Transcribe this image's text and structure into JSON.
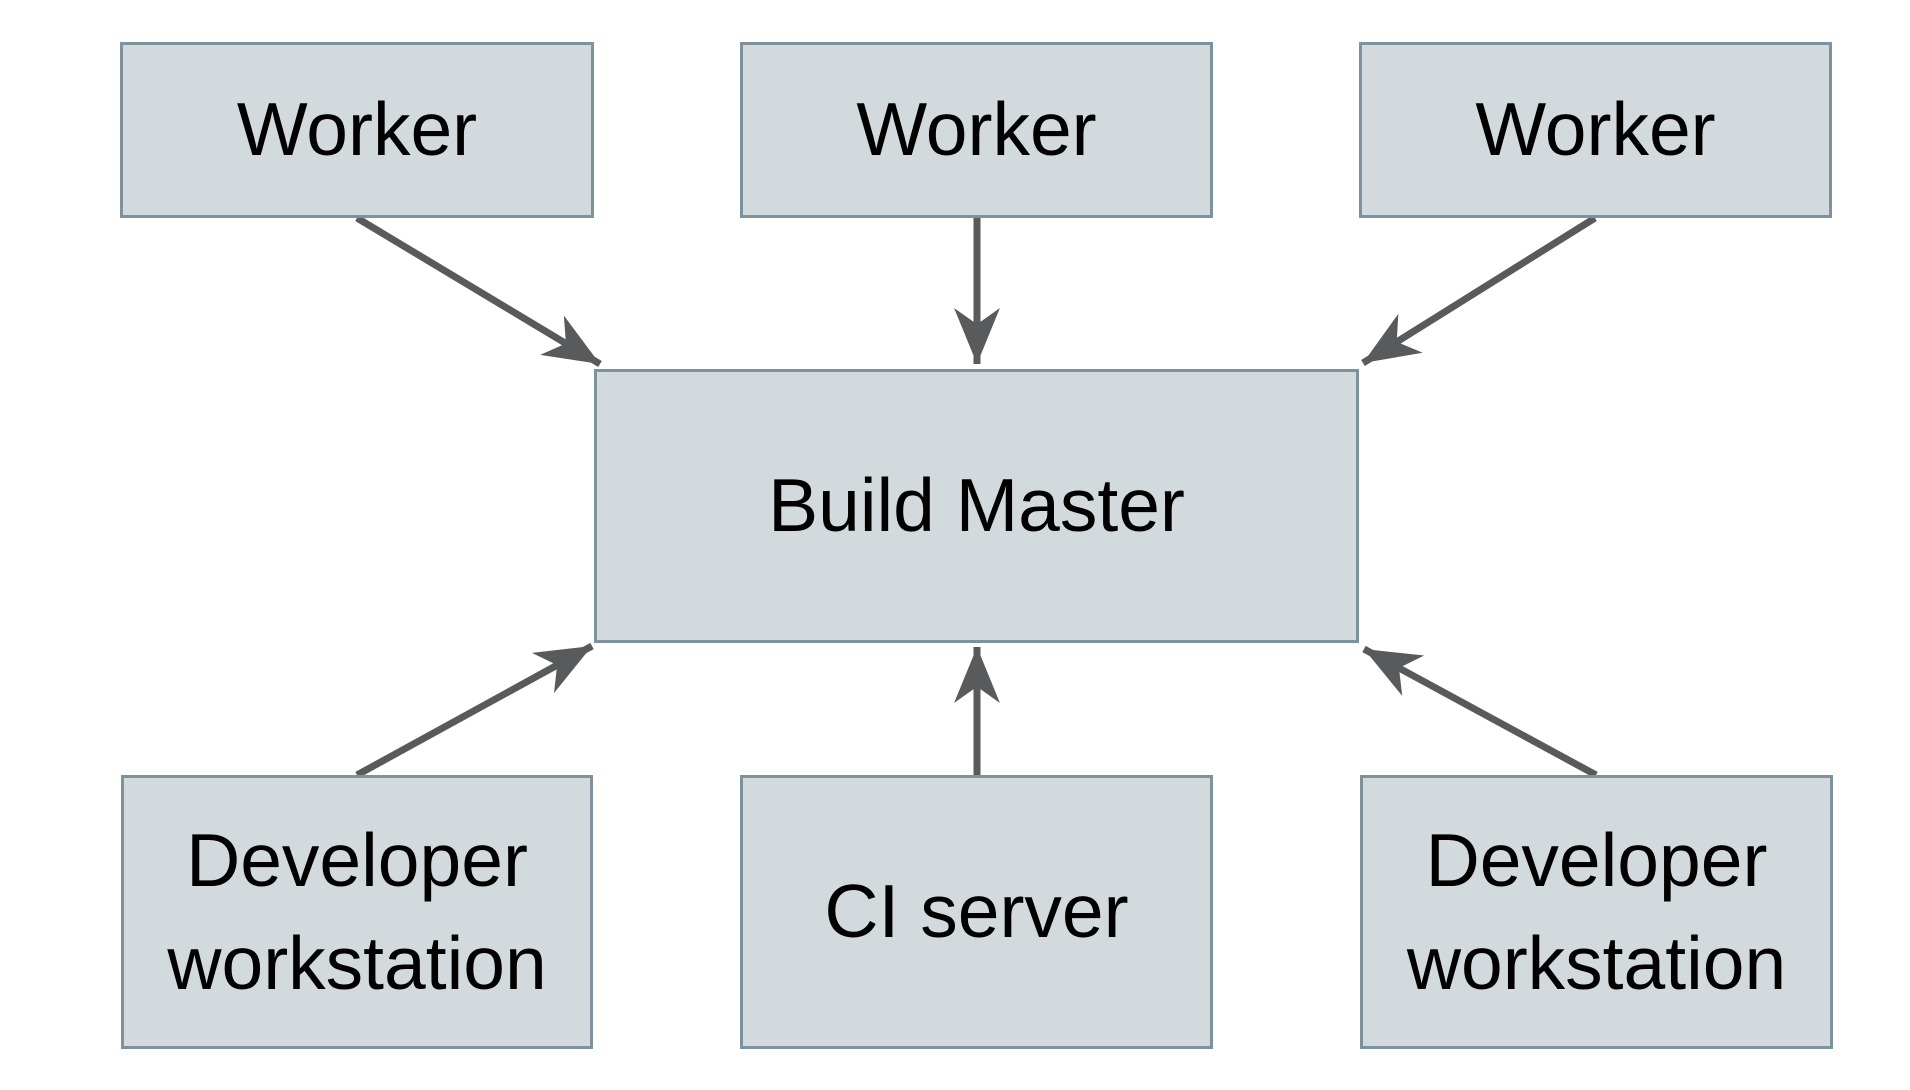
{
  "diagram": {
    "nodes": {
      "worker_1": {
        "label": "Worker"
      },
      "worker_2": {
        "label": "Worker"
      },
      "worker_3": {
        "label": "Worker"
      },
      "build_master": {
        "label": "Build Master"
      },
      "developer_workstation_left": {
        "label": "Developer workstation"
      },
      "ci_server": {
        "label": "CI server"
      },
      "developer_workstation_right": {
        "label": "Developer workstation"
      }
    },
    "edges": [
      {
        "from": "worker_1",
        "to": "build_master",
        "direction": "down-right"
      },
      {
        "from": "worker_2",
        "to": "build_master",
        "direction": "down"
      },
      {
        "from": "worker_3",
        "to": "build_master",
        "direction": "down-left"
      },
      {
        "from": "developer_workstation_left",
        "to": "build_master",
        "direction": "up-right"
      },
      {
        "from": "ci_server",
        "to": "build_master",
        "direction": "up"
      },
      {
        "from": "developer_workstation_right",
        "to": "build_master",
        "direction": "up-left"
      }
    ],
    "colors": {
      "node_fill": "#d2dadd",
      "node_border": "#7d929c",
      "arrow": "#595a5b",
      "text": "#000000",
      "background": "#ffffff"
    }
  }
}
